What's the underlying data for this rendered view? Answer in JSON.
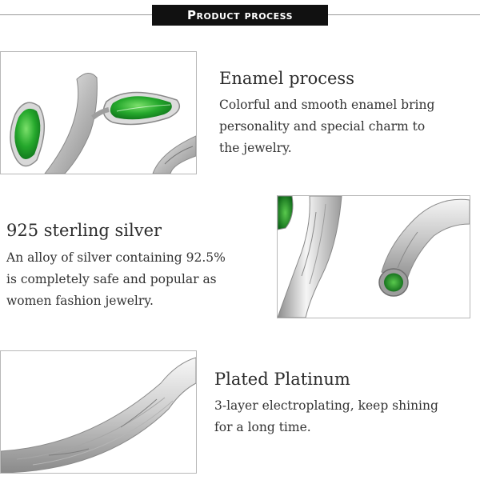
{
  "header": {
    "title": "Product process"
  },
  "sections": {
    "enamel": {
      "heading": "Enamel process",
      "lines": [
        "Colorful and smooth enamel bring",
        "personality and special charm to",
        "the jewelry."
      ]
    },
    "silver": {
      "heading": "925 sterling silver",
      "lines": [
        "An alloy of silver containing 92.5%",
        "is completely safe and popular as",
        "women fashion jewelry."
      ]
    },
    "platinum": {
      "heading": "Plated Platinum",
      "lines": [
        "3-layer electroplating, keep shining",
        "for a long time."
      ]
    }
  },
  "colors": {
    "banner_bg": "#111111",
    "banner_text": "#ffffff",
    "enamel_green": "#1f9a2a",
    "silver": "#c9c9c9"
  }
}
